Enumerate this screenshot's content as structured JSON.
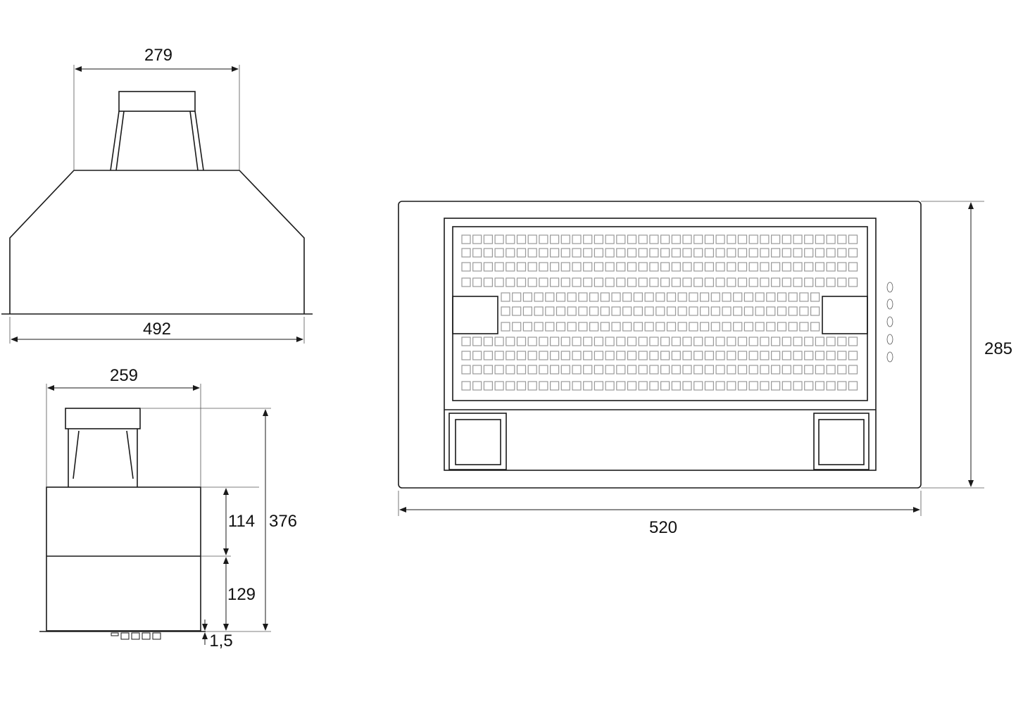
{
  "front_view": {
    "top_width": "279",
    "bottom_width": "492"
  },
  "side_view": {
    "width": "259",
    "upper_height": "114",
    "total_height": "376",
    "lower_height": "129",
    "gap": "1,5"
  },
  "bottom_view": {
    "width": "520",
    "depth": "285"
  },
  "colors": {
    "line": "#1a1a1a",
    "grid": "#999999"
  }
}
